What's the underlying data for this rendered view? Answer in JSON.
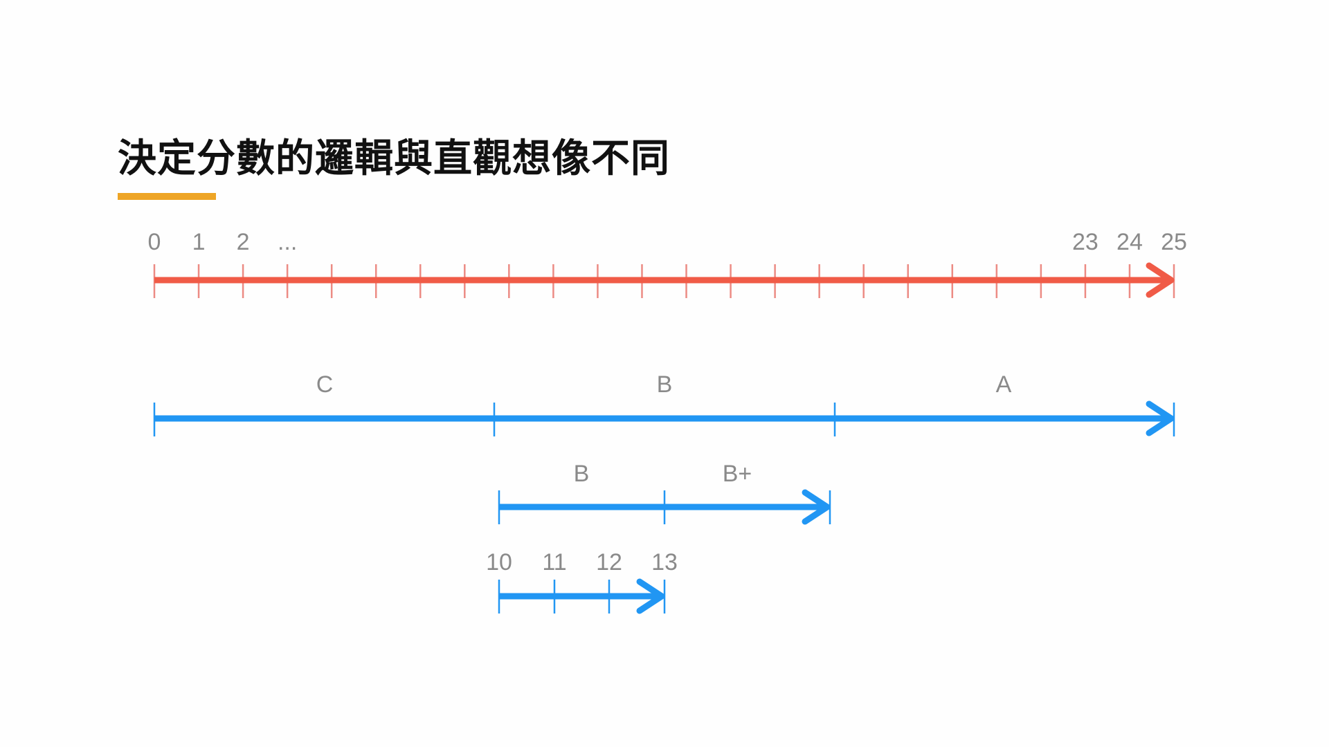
{
  "title": "決定分數的邏輯與直觀想像不同",
  "colors": {
    "accent": "#eea526",
    "score_axis": "#f05b47",
    "score_tick": "#ec8b84",
    "grade_axis": "#2196f3",
    "label": "#8a8a8a"
  },
  "score_axis": {
    "labels": [
      "0",
      "1",
      "2",
      "...",
      "23",
      "24",
      "25"
    ],
    "tick_count": 24
  },
  "grade_axis": {
    "labels": [
      "C",
      "B",
      "A"
    ]
  },
  "sub_grade_axis": {
    "labels": [
      "B",
      "B+"
    ]
  },
  "fine_axis": {
    "labels": [
      "10",
      "11",
      "12",
      "13"
    ]
  }
}
